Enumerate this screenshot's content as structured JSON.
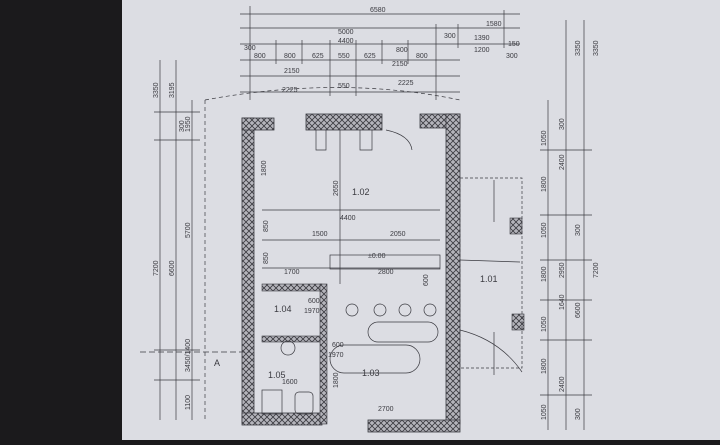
{
  "drawing": {
    "top_dims": {
      "overall": "6580",
      "right_1580": "1580",
      "row2_5000": "5000",
      "row2_1390": "1390",
      "row3_300a": "300",
      "row3_4400": "4400",
      "row3_300b": "300",
      "row3_1200": "1200",
      "row3_150": "150",
      "row4": [
        "800",
        "800",
        "625",
        "550",
        "625",
        "800",
        "800"
      ],
      "row4_300": "300",
      "row5_a": "2150",
      "row5_b": "2150",
      "row6_a": "2225",
      "row6_mid": "550",
      "row6_b": "2225"
    },
    "left_dims": {
      "outer_7200": "7200",
      "outer_3350": "3350",
      "mid_6600": "6600",
      "mid_3195": "3195",
      "inner_5700": "5700",
      "inner_3450_1400": "3450/1400",
      "inner_300": "300",
      "inner_1950": "1950",
      "inner_1100": "1100"
    },
    "right_dims": {
      "outer_7200": "7200",
      "outer_3350": "3350",
      "mid_3350": "3350",
      "d_1050a": "1050",
      "d_1800a": "1800",
      "d_1050b": "1050",
      "d_2400a": "2400",
      "d_1800b": "1800",
      "d_1050c": "1050",
      "d_1800c": "1800",
      "d_2400b": "2400",
      "d_1050d": "1050",
      "d_6600": "6600",
      "d_2950": "2950",
      "d_1640": "1640",
      "d_300a": "300",
      "d_300b": "300",
      "d_300c": "300"
    },
    "inner_dims": {
      "h_1800": "1800",
      "h_2650": "2650",
      "h_850a": "850",
      "h_850b": "850",
      "h_4400": "4400",
      "h_1500": "1500",
      "h_2050": "2050",
      "h_1700": "1700",
      "h_2800": "2800",
      "h_600a": "600",
      "h_1970a": "1970",
      "h_600b": "600",
      "h_1970b": "1970",
      "h_1600": "1600",
      "h_2700": "2700",
      "h_600c": "600",
      "h_1800b": "1800"
    },
    "rooms": {
      "r102": "1.02",
      "r101": "1.01",
      "r104": "1.04",
      "r105": "1.05",
      "r103": "1.03"
    },
    "level_mark": "±0.00",
    "section_mark": "A"
  },
  "colors": {
    "paper": "#dcdde3",
    "ink": "#3a3a40",
    "wall_fill": "#8c8c92",
    "background": "#1b1a1c"
  }
}
